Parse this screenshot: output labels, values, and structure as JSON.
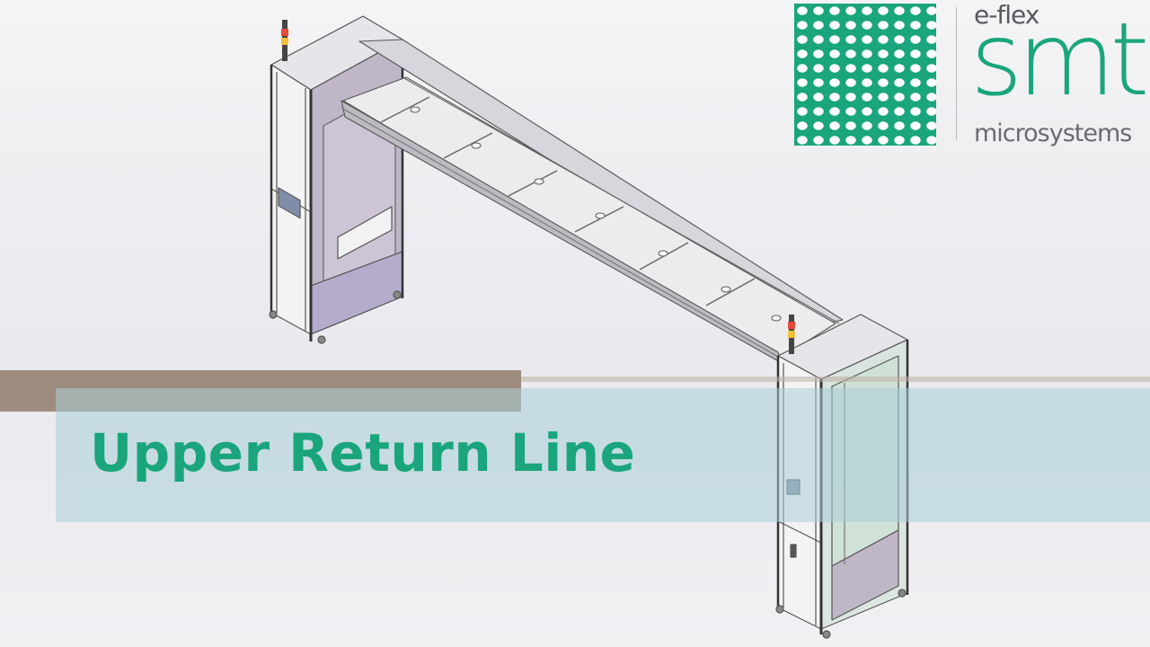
{
  "caption": {
    "title": "Upper Return Line"
  },
  "logo": {
    "prefix": "e-flex",
    "name": "smt",
    "suffix": "microsystems",
    "brand_color": "#1aa57c"
  },
  "colors": {
    "background": "#efeff2",
    "accent_green": "#1aa57c",
    "band": "#aacdd7",
    "bar": "#8c7664"
  }
}
